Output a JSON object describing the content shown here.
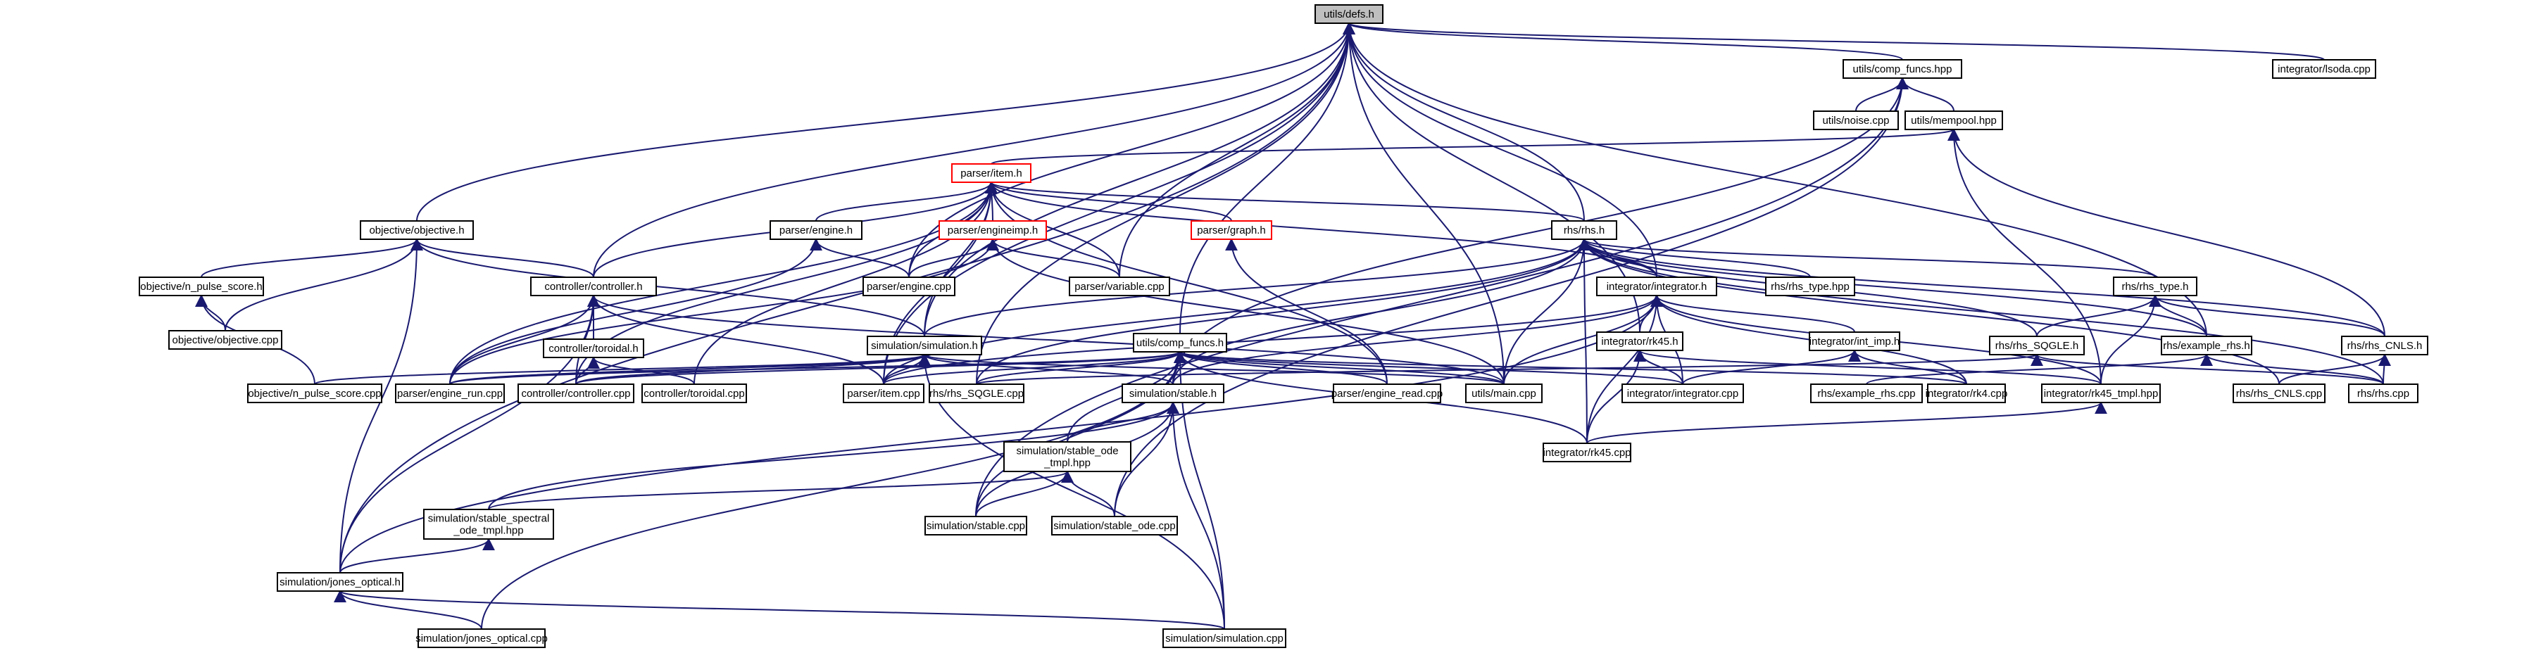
{
  "diagram": {
    "type": "include-dependency-graph",
    "colors": {
      "edge": "#191970",
      "root_fill": "#bfbfbf",
      "node_fill": "#ffffff",
      "node_border": "#000000",
      "missing_border": "#ff0000"
    },
    "nodes": [
      {
        "id": "n0",
        "label": "utils/defs.h",
        "root": true
      },
      {
        "id": "n1",
        "label": "utils/comp_funcs.hpp"
      },
      {
        "id": "n2",
        "label": "integrator/lsoda.cpp"
      },
      {
        "id": "n3",
        "label": "utils/noise.cpp"
      },
      {
        "id": "n4",
        "label": "utils/mempool.hpp"
      },
      {
        "id": "n5",
        "label": "parser/item.h",
        "missing": true
      },
      {
        "id": "n6",
        "label": "objective/objective.h"
      },
      {
        "id": "n7",
        "label": "parser/engine.h"
      },
      {
        "id": "n8",
        "label": "parser/engineimp.h",
        "missing": true
      },
      {
        "id": "n9",
        "label": "parser/graph.h",
        "missing": true
      },
      {
        "id": "n10",
        "label": "rhs/rhs.h"
      },
      {
        "id": "n11",
        "label": "objective/n_pulse_score.h"
      },
      {
        "id": "n12",
        "label": "controller/controller.h"
      },
      {
        "id": "n13",
        "label": "parser/engine.cpp"
      },
      {
        "id": "n14",
        "label": "parser/variable.cpp"
      },
      {
        "id": "n15",
        "label": "integrator/integrator.h"
      },
      {
        "id": "n16",
        "label": "rhs/rhs_type.hpp"
      },
      {
        "id": "n17",
        "label": "rhs/rhs_type.h"
      },
      {
        "id": "n18",
        "label": "objective/objective.cpp"
      },
      {
        "id": "n19",
        "label": "controller/toroidal.h"
      },
      {
        "id": "n20",
        "label": "simulation/simulation.h"
      },
      {
        "id": "n21",
        "label": "utils/comp_funcs.h"
      },
      {
        "id": "n22",
        "label": "integrator/rk45.h"
      },
      {
        "id": "n23",
        "label": "integrator/int_imp.h"
      },
      {
        "id": "n24",
        "label": "rhs/rhs_SQGLE.h"
      },
      {
        "id": "n25",
        "label": "rhs/example_rhs.h"
      },
      {
        "id": "n26",
        "label": "rhs/rhs_CNLS.h"
      },
      {
        "id": "n27",
        "label": "objective/n_pulse_score.cpp"
      },
      {
        "id": "n28",
        "label": "parser/engine_run.cpp"
      },
      {
        "id": "n29",
        "label": "controller/controller.cpp"
      },
      {
        "id": "n30",
        "label": "controller/toroidal.cpp"
      },
      {
        "id": "n31",
        "label": "parser/item.cpp"
      },
      {
        "id": "n32",
        "label": "rhs/rhs_SQGLE.cpp"
      },
      {
        "id": "n33",
        "label": "simulation/stable.h"
      },
      {
        "id": "n34",
        "label": "parser/engine_read.cpp"
      },
      {
        "id": "n35",
        "label": "utils/main.cpp"
      },
      {
        "id": "n36",
        "label": "integrator/integrator.cpp"
      },
      {
        "id": "n37",
        "label": "rhs/example_rhs.cpp"
      },
      {
        "id": "n38",
        "label": "integrator/rk4.cpp"
      },
      {
        "id": "n39",
        "label": "integrator/rk45_tmpl.hpp"
      },
      {
        "id": "n40",
        "label": "rhs/rhs_CNLS.cpp"
      },
      {
        "id": "n41",
        "label": "rhs/rhs.cpp"
      },
      {
        "id": "n42",
        "label": "simulation/stable_ode\n_tmpl.hpp"
      },
      {
        "id": "n43",
        "label": "integrator/rk45.cpp"
      },
      {
        "id": "n44",
        "label": "simulation/stable_spectral\n_ode_tmpl.hpp"
      },
      {
        "id": "n45",
        "label": "simulation/stable.cpp"
      },
      {
        "id": "n46",
        "label": "simulation/stable_ode.cpp"
      },
      {
        "id": "n47",
        "label": "simulation/jones_optical.h"
      },
      {
        "id": "n48",
        "label": "simulation/jones_optical.cpp"
      },
      {
        "id": "n49",
        "label": "simulation/simulation.cpp"
      }
    ],
    "edges": [
      [
        "n1",
        "n0"
      ],
      [
        "n2",
        "n0"
      ],
      [
        "n4",
        "n1"
      ],
      [
        "n3",
        "n1"
      ],
      [
        "n5",
        "n4"
      ],
      [
        "n6",
        "n0"
      ],
      [
        "n12",
        "n0"
      ],
      [
        "n13",
        "n0"
      ],
      [
        "n14",
        "n0"
      ],
      [
        "n10",
        "n0"
      ],
      [
        "n15",
        "n0"
      ],
      [
        "n20",
        "n0"
      ],
      [
        "n21",
        "n0"
      ],
      [
        "n22",
        "n0"
      ],
      [
        "n31",
        "n0"
      ],
      [
        "n35",
        "n0"
      ],
      [
        "n47",
        "n0"
      ],
      [
        "n25",
        "n0"
      ],
      [
        "n32",
        "n0"
      ],
      [
        "n7",
        "n5"
      ],
      [
        "n8",
        "n5"
      ],
      [
        "n9",
        "n5"
      ],
      [
        "n12",
        "n5"
      ],
      [
        "n13",
        "n5"
      ],
      [
        "n14",
        "n5"
      ],
      [
        "n15",
        "n5"
      ],
      [
        "n20",
        "n5"
      ],
      [
        "n31",
        "n5"
      ],
      [
        "n34",
        "n5"
      ],
      [
        "n28",
        "n5"
      ],
      [
        "n29",
        "n5"
      ],
      [
        "n30",
        "n5"
      ],
      [
        "n10",
        "n5"
      ],
      [
        "n13",
        "n7"
      ],
      [
        "n14",
        "n8"
      ],
      [
        "n13",
        "n8"
      ],
      [
        "n28",
        "n8"
      ],
      [
        "n34",
        "n9"
      ],
      [
        "n35",
        "n8"
      ],
      [
        "n28",
        "n7"
      ],
      [
        "n11",
        "n6"
      ],
      [
        "n18",
        "n6"
      ],
      [
        "n12",
        "n6"
      ],
      [
        "n20",
        "n6"
      ],
      [
        "n47",
        "n6"
      ],
      [
        "n27",
        "n11"
      ],
      [
        "n18",
        "n11"
      ],
      [
        "n19",
        "n12"
      ],
      [
        "n29",
        "n12"
      ],
      [
        "n28",
        "n12"
      ],
      [
        "n31",
        "n12"
      ],
      [
        "n35",
        "n12"
      ],
      [
        "n47",
        "n12"
      ],
      [
        "n30",
        "n19"
      ],
      [
        "n29",
        "n19"
      ],
      [
        "n15",
        "n10"
      ],
      [
        "n16",
        "n10"
      ],
      [
        "n17",
        "n10"
      ],
      [
        "n24",
        "n10"
      ],
      [
        "n25",
        "n10"
      ],
      [
        "n26",
        "n10"
      ],
      [
        "n20",
        "n10"
      ],
      [
        "n31",
        "n10"
      ],
      [
        "n32",
        "n10"
      ],
      [
        "n33",
        "n10"
      ],
      [
        "n35",
        "n10"
      ],
      [
        "n43",
        "n10"
      ],
      [
        "n40",
        "n10"
      ],
      [
        "n41",
        "n10"
      ],
      [
        "n22",
        "n15"
      ],
      [
        "n23",
        "n15"
      ],
      [
        "n36",
        "n15"
      ],
      [
        "n38",
        "n15"
      ],
      [
        "n39",
        "n15"
      ],
      [
        "n43",
        "n15"
      ],
      [
        "n35",
        "n15"
      ],
      [
        "n33",
        "n15"
      ],
      [
        "n47",
        "n15"
      ],
      [
        "n31",
        "n15"
      ],
      [
        "n36",
        "n22"
      ],
      [
        "n43",
        "n22"
      ],
      [
        "n39",
        "n22"
      ],
      [
        "n36",
        "n23"
      ],
      [
        "n38",
        "n23"
      ],
      [
        "n24",
        "n17"
      ],
      [
        "n25",
        "n17"
      ],
      [
        "n26",
        "n17"
      ],
      [
        "n39",
        "n17"
      ],
      [
        "n32",
        "n24"
      ],
      [
        "n41",
        "n24"
      ],
      [
        "n37",
        "n25"
      ],
      [
        "n41",
        "n25"
      ],
      [
        "n40",
        "n26"
      ],
      [
        "n41",
        "n26"
      ],
      [
        "n27",
        "n20"
      ],
      [
        "n28",
        "n20"
      ],
      [
        "n29",
        "n20"
      ],
      [
        "n31",
        "n20"
      ],
      [
        "n33",
        "n20"
      ],
      [
        "n35",
        "n20"
      ],
      [
        "n49",
        "n20"
      ],
      [
        "n31",
        "n21"
      ],
      [
        "n32",
        "n21"
      ],
      [
        "n34",
        "n21"
      ],
      [
        "n35",
        "n21"
      ],
      [
        "n33",
        "n21"
      ],
      [
        "n42",
        "n21"
      ],
      [
        "n45",
        "n21"
      ],
      [
        "n49",
        "n21"
      ],
      [
        "n48",
        "n21"
      ],
      [
        "n43",
        "n21"
      ],
      [
        "n36",
        "n21"
      ],
      [
        "n38",
        "n21"
      ],
      [
        "n29",
        "n21"
      ],
      [
        "n28",
        "n21"
      ],
      [
        "n42",
        "n33"
      ],
      [
        "n45",
        "n33"
      ],
      [
        "n46",
        "n33"
      ],
      [
        "n49",
        "n33"
      ],
      [
        "n44",
        "n33"
      ],
      [
        "n46",
        "n42"
      ],
      [
        "n45",
        "n42"
      ],
      [
        "n44",
        "n42"
      ],
      [
        "n47",
        "n44"
      ],
      [
        "n48",
        "n47"
      ],
      [
        "n49",
        "n47"
      ],
      [
        "n43",
        "n39"
      ],
      [
        "n39",
        "n4"
      ],
      [
        "n26",
        "n4"
      ],
      [
        "n45",
        "n1"
      ],
      [
        "n46",
        "n1"
      ],
      [
        "n33",
        "n1"
      ]
    ]
  }
}
